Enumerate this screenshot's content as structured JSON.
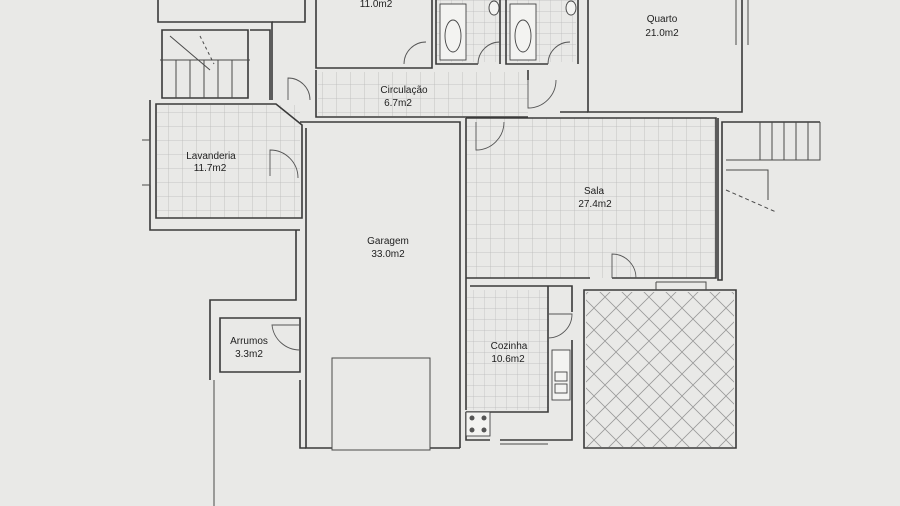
{
  "rooms": {
    "top_room": {
      "area": "11.0m2"
    },
    "quarto": {
      "name": "Quarto",
      "area": "21.0m2"
    },
    "circulacao": {
      "name": "Circulação",
      "area": "6.7m2"
    },
    "lavanderia": {
      "name": "Lavanderia",
      "area": "11.7m2"
    },
    "sala": {
      "name": "Sala",
      "area": "27.4m2"
    },
    "garagem": {
      "name": "Garagem",
      "area": "33.0m2"
    },
    "arrumos": {
      "name": "Arrumos",
      "area": "3.3m2"
    },
    "cozinha": {
      "name": "Cozinha",
      "area": "10.6m2"
    }
  },
  "colors": {
    "paper": "#e9e9e7",
    "wall": "#3a3a3a",
    "tile_grid": "#b9b9b9",
    "label": "#1e1e1e"
  }
}
